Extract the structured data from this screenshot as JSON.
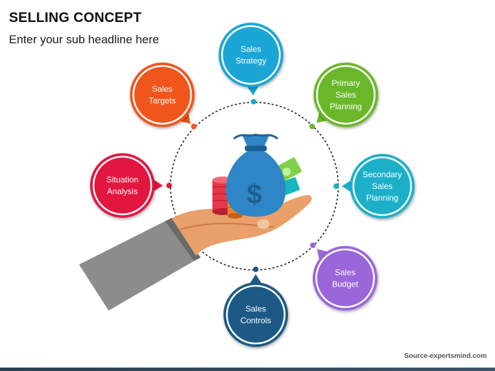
{
  "header": {
    "title": "SELLING CONCEPT",
    "subtitle": "Enter your sub headline here"
  },
  "footer": {
    "watermark": "Source-expertsmind.com"
  },
  "colors": {
    "sales_strategy": "#1ba6d6",
    "primary_sales_planning": "#6ab82b",
    "secondary_sales_planning": "#1bb0c8",
    "sales_budget": "#9b66d9",
    "sales_controls": "#1f5a85",
    "situation_analysis": "#e3143f",
    "sales_targets": "#f0561d",
    "money_bag": "#2f86c6",
    "coins_red": "#e8364a",
    "coins_orange": "#f0802c",
    "cash_green": "#7fd14a",
    "hand_skin": "#e9a06a",
    "sleeve_gray": "#8c8c8c"
  },
  "nodes": [
    {
      "key": "sales_strategy",
      "lines": [
        "Sales",
        "Strategy"
      ]
    },
    {
      "key": "primary_sales_planning",
      "lines": [
        "Primary",
        "Sales",
        "Planning"
      ]
    },
    {
      "key": "secondary_sales_planning",
      "lines": [
        "Secondary",
        "Sales",
        "Planning"
      ]
    },
    {
      "key": "sales_budget",
      "lines": [
        "Sales",
        "Budget"
      ]
    },
    {
      "key": "sales_controls",
      "lines": [
        "Sales",
        "Controls"
      ]
    },
    {
      "key": "situation_analysis",
      "lines": [
        "Situation",
        "Analysis"
      ]
    },
    {
      "key": "sales_targets",
      "lines": [
        "Sales",
        "Targets"
      ]
    }
  ],
  "center_icon": {
    "icon": "money-bag-in-hand-icon",
    "symbol": "$"
  }
}
